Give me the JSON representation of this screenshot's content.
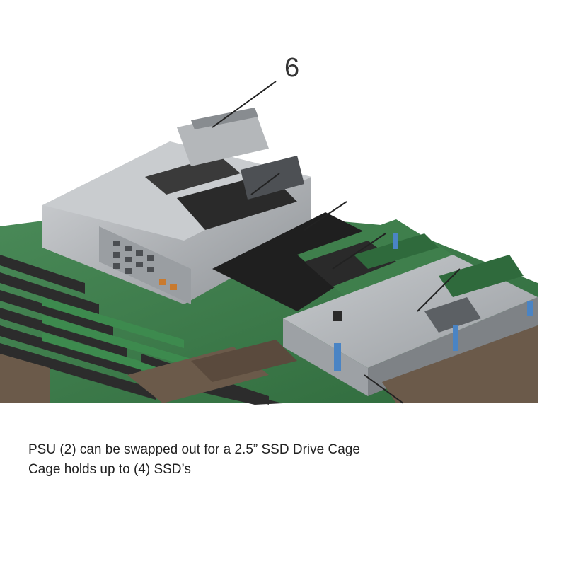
{
  "figure": {
    "callout_number": "6",
    "colors": {
      "pcb_green": "#3f7f4c",
      "dimm_dark": "#2c2c2c",
      "metal_gray": "#b9bcbf",
      "pcb_tan": "#6b5a4a"
    }
  },
  "caption": {
    "line1": "PSU (2) can be swapped out for a 2.5” SSD Drive Cage",
    "line2": "Cage holds up to (4) SSD’s"
  }
}
